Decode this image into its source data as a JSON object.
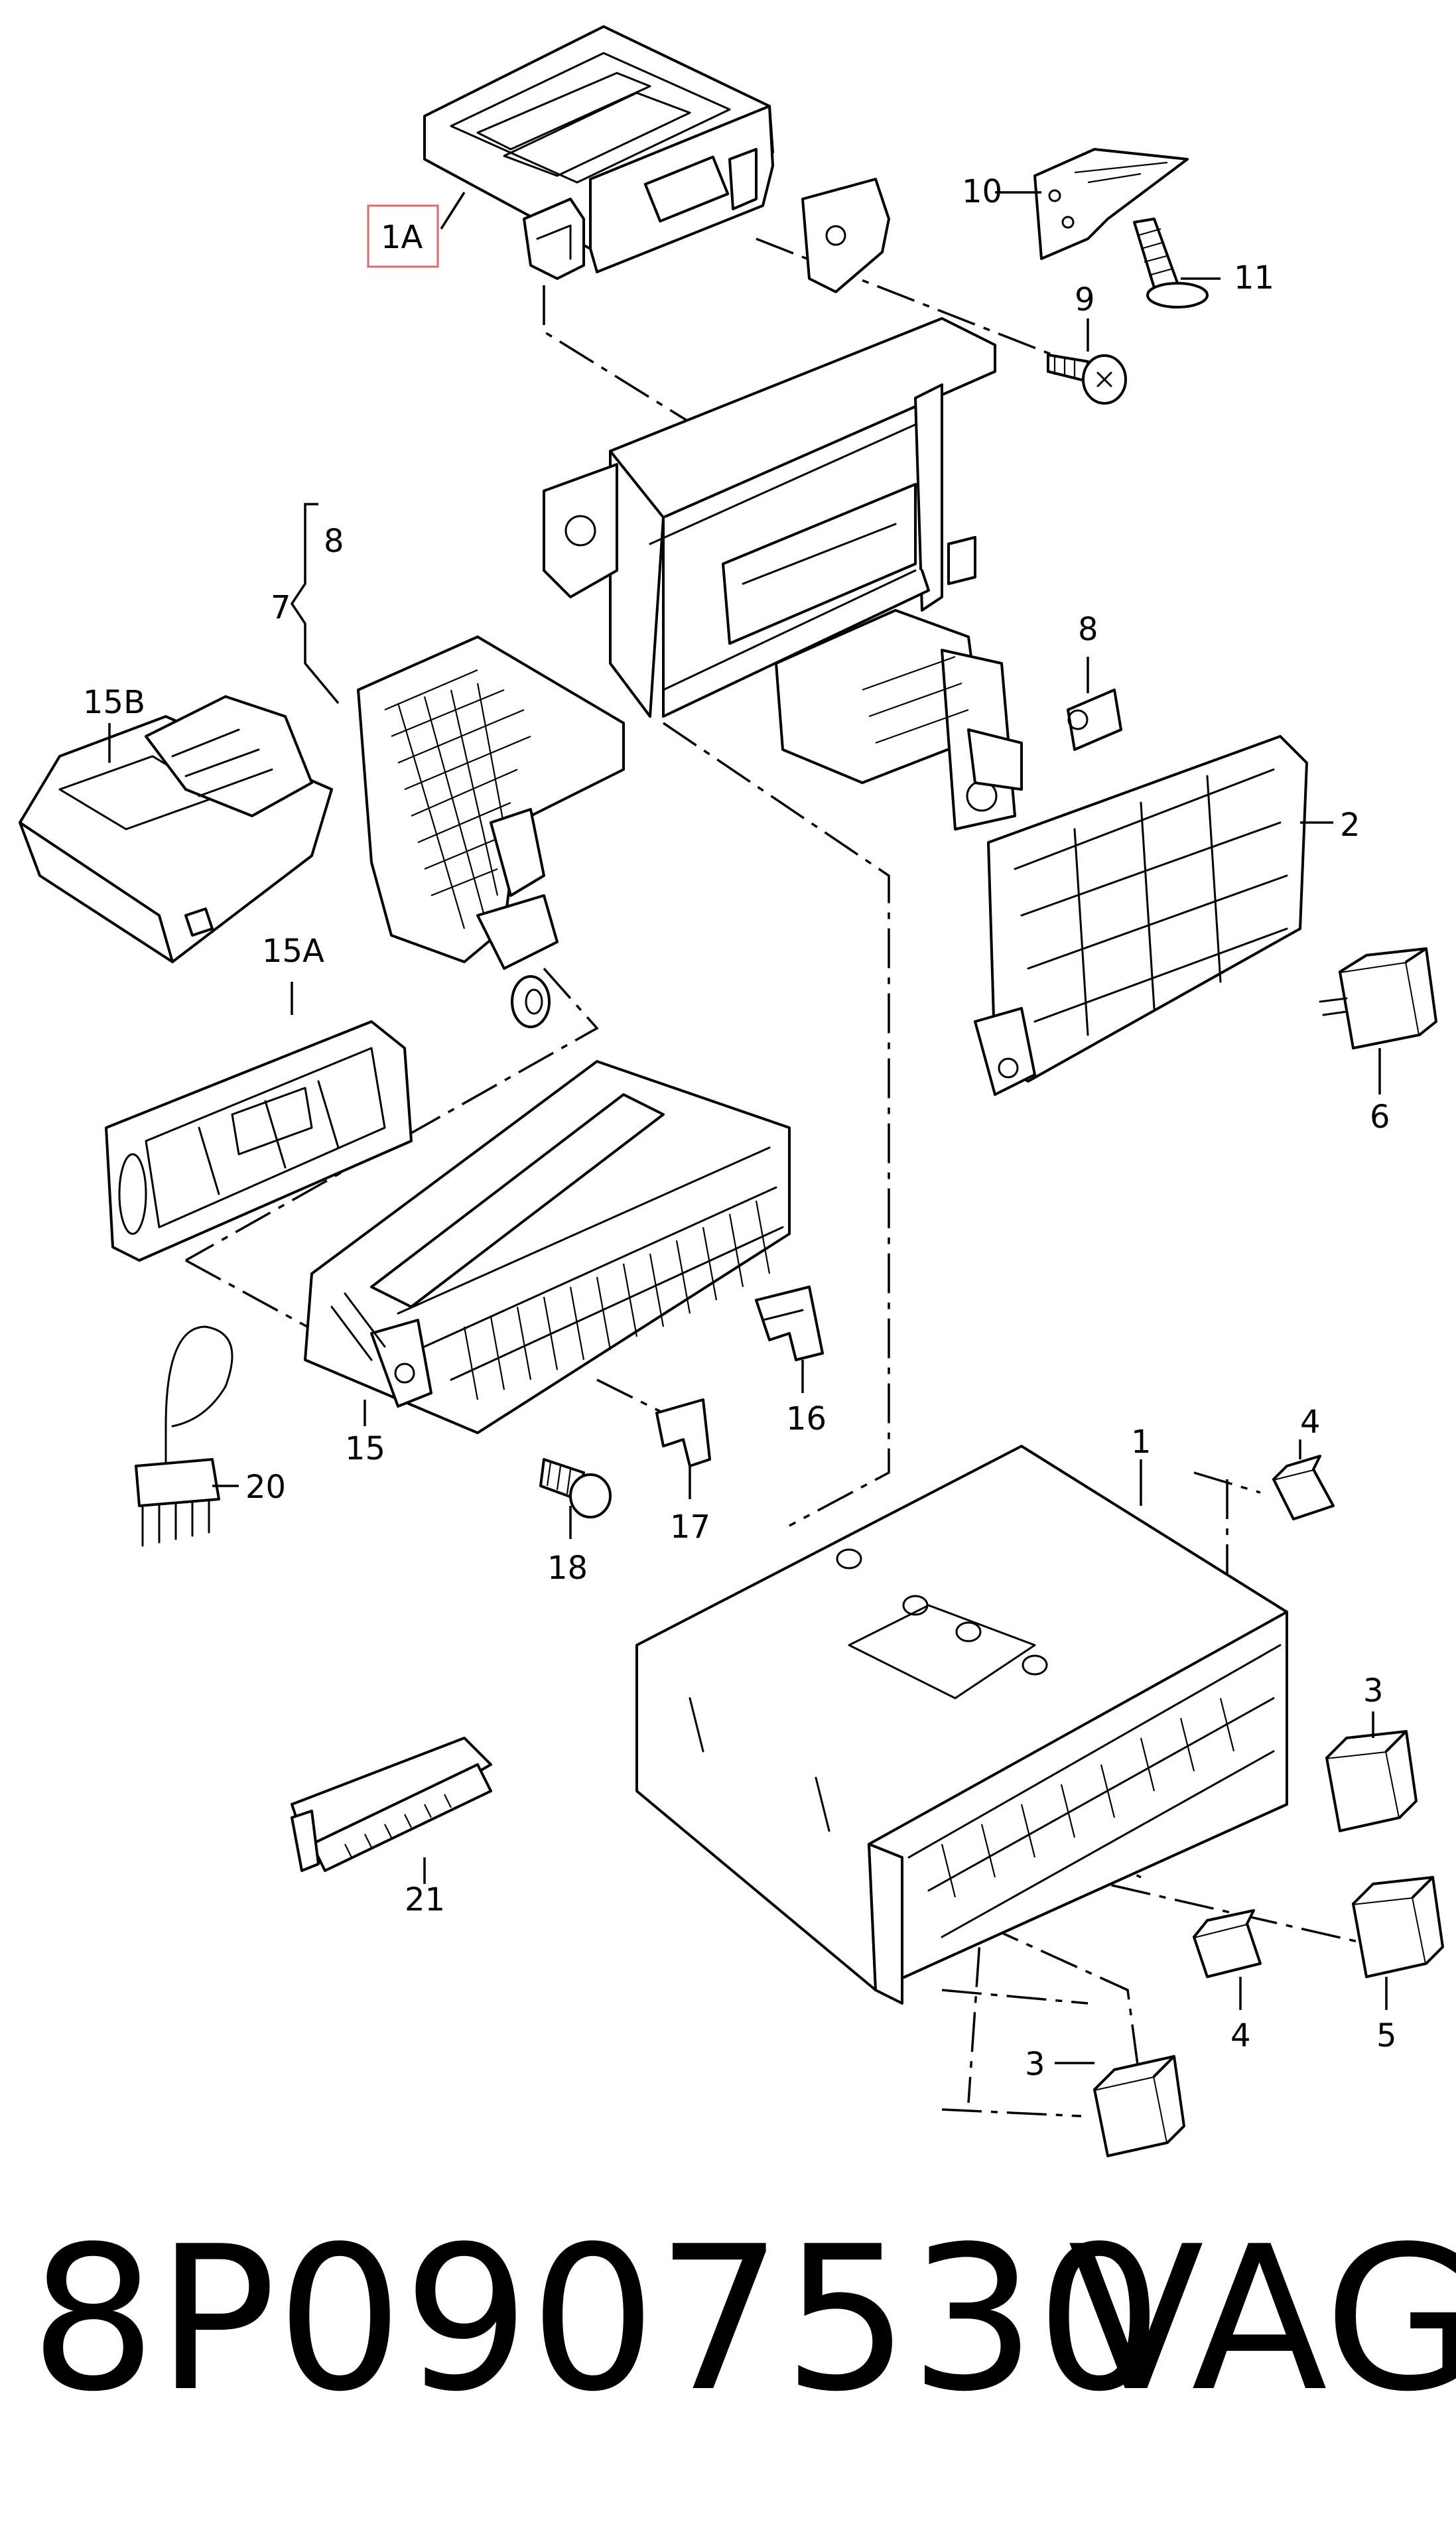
{
  "callouts": {
    "c1A": "1A",
    "c10": "10",
    "c11": "11",
    "c9": "9",
    "c8a": "8",
    "c7": "7",
    "c8b": "8",
    "c15B": "15B",
    "c2": "2",
    "c15A": "15A",
    "c6": "6",
    "c20": "20",
    "c15": "15",
    "c16": "16",
    "c17": "17",
    "c18": "18",
    "c4a": "4",
    "c1": "1",
    "c3a": "3",
    "c21": "21",
    "c4b": "4",
    "c5": "5",
    "c3b": "3"
  },
  "footer": {
    "part_number": "8P0907530",
    "brand": "VAG"
  },
  "colors": {
    "line": "#000000",
    "background": "#ffffff",
    "highlight_box": "#e06a6a"
  }
}
